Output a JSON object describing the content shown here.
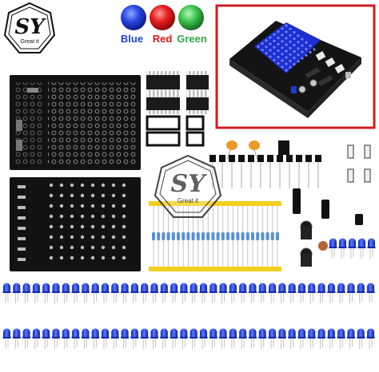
{
  "brand": {
    "initials": "SY",
    "tagline": "Great it"
  },
  "led_colors": [
    {
      "label": "Blue",
      "hex": "#1f3fd8"
    },
    {
      "label": "Red",
      "hex": "#e01818"
    },
    {
      "label": "Green",
      "hex": "#2fb54a"
    }
  ],
  "watermark": {
    "initials": "SY",
    "tagline": "Great it"
  },
  "colors": {
    "pcb": "#111111",
    "assembled_frame": "#d01c24",
    "led_blue": "#1f3fd8",
    "resistor_tape": "#f2cf1c"
  }
}
